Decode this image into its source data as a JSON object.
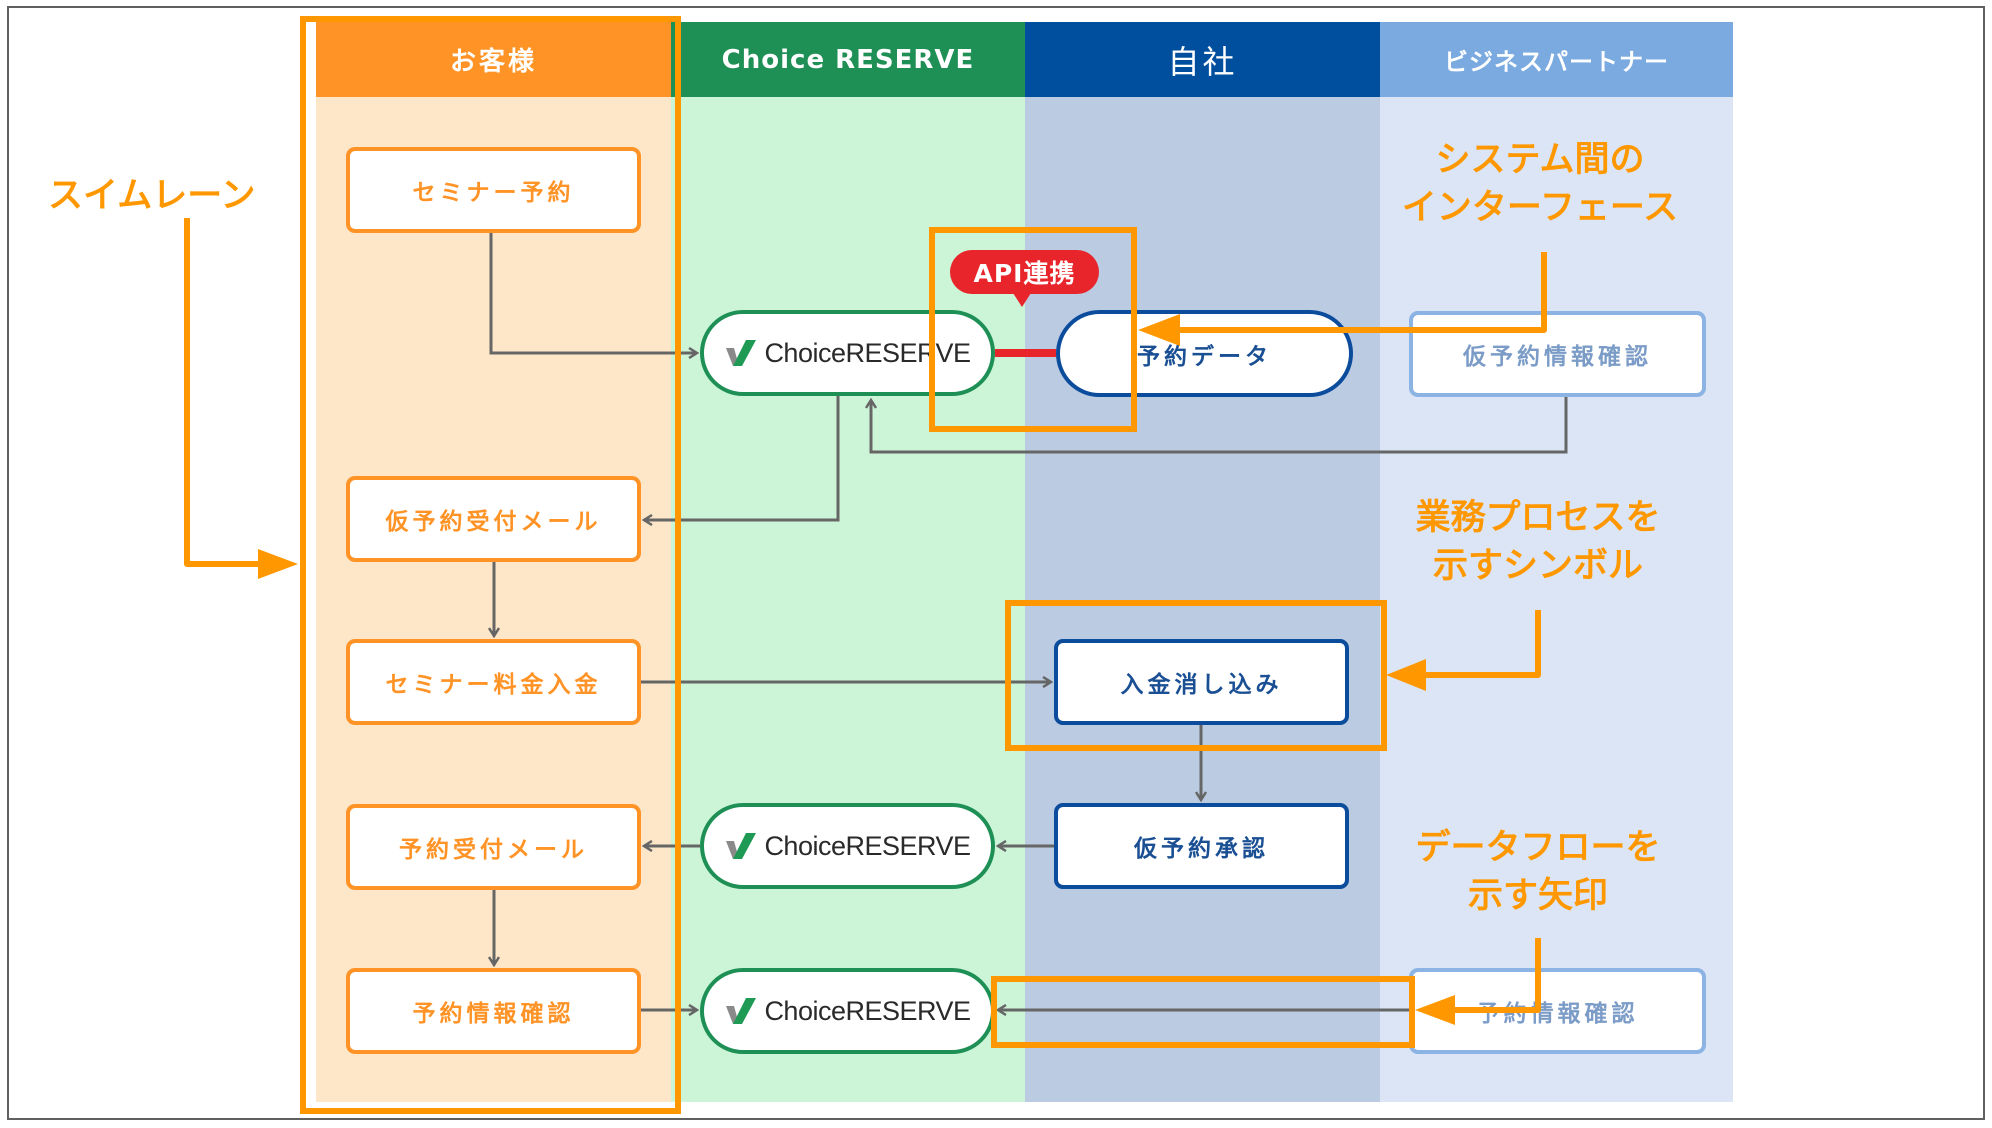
{
  "lanes": {
    "customer": "お客様",
    "choice_reserve": "Choice RESERVE",
    "own_company": "自社",
    "business_partner": "ビジネスパートナー"
  },
  "nodes": {
    "seminar_reservation": "セミナー予約",
    "provisional_mail": "仮予約受付メール",
    "seminar_payment": "セミナー料金入金",
    "reservation_mail": "予約受付メール",
    "reservation_info_check": "予約情報確認",
    "choice_reserve_logo": "ChoiceRESERVE",
    "reservation_data": "予約データ",
    "payment_reconciliation": "入金消し込み",
    "provisional_approval": "仮予約承認",
    "partner_provisional_check": "仮予約情報確認",
    "partner_reservation_check": "予約情報確認"
  },
  "badges": {
    "api": "API連携"
  },
  "annotations": {
    "swimlane": "スイムレーン",
    "interface_line1": "システム間の",
    "interface_line2": "インターフェース",
    "process_line1": "業務プロセスを",
    "process_line2": "示すシンボル",
    "dataflow_line1": "データフローを",
    "dataflow_line2": "示す矢印"
  },
  "colors": {
    "customer": "#ff9326",
    "choice_reserve": "#1e8f55",
    "own_company": "#004e9e",
    "business_partner": "#7aaae0",
    "api_badge": "#e8252a",
    "annotation": "#ff9800",
    "flow_arrow": "#666666"
  }
}
